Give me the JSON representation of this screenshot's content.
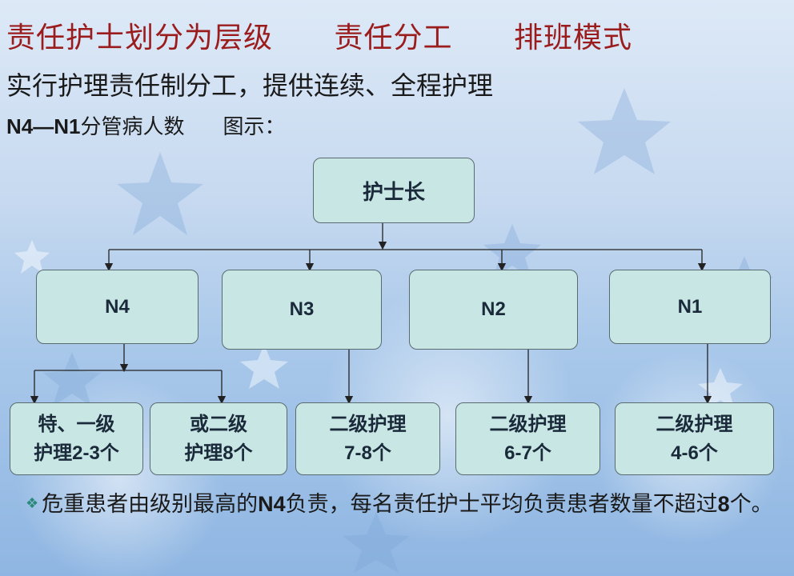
{
  "title": {
    "part1": "责任护士划分为层级",
    "part2": "责任分工",
    "part3": "排班模式"
  },
  "subtitle": "实行护理责任制分工，提供连续、全程护理",
  "diagram_caption": {
    "range": "N4—N1",
    "text": "分管病人数",
    "label": "图示："
  },
  "org": {
    "root": "护士长",
    "levels": [
      "N4",
      "N3",
      "N2",
      "N1"
    ],
    "leaves": [
      {
        "line1": "特、一级",
        "line2": "护理2-3个"
      },
      {
        "line1": "或二级",
        "line2": "护理8个"
      },
      {
        "line1": "二级护理",
        "line2": "7-8个"
      },
      {
        "line1": "二级护理",
        "line2": "6-7个"
      },
      {
        "line1": "二级护理",
        "line2": "4-6个"
      }
    ]
  },
  "note": {
    "bullet_icon": "diamond-bullet-icon",
    "pre": "危重患者由级别最高的",
    "bold": "N4",
    "post": "负责，每名责任护士平均负责患者数量不超过",
    "bold2": "8",
    "end": "个。"
  },
  "colors": {
    "title": "#9b1c1c",
    "box_fill": "#c8e6e4",
    "box_border": "#5a6b70",
    "background": "#b7d2ee"
  }
}
